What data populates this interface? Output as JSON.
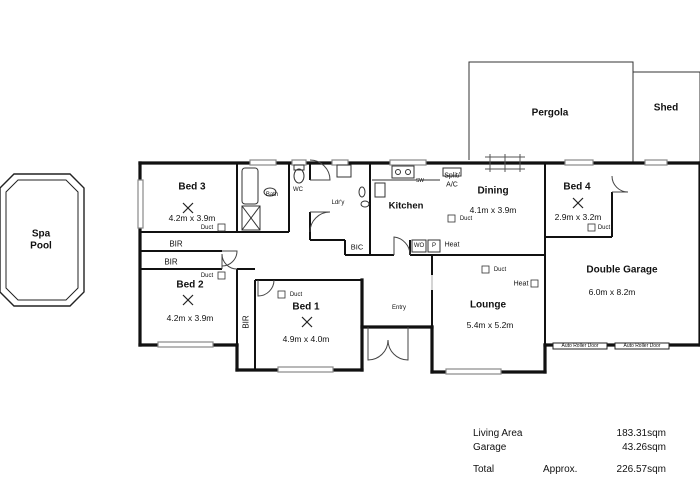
{
  "rooms": {
    "spa": {
      "line1": "Spa",
      "line2": "Pool"
    },
    "pergola": "Pergola",
    "shed": "Shed",
    "bed3": {
      "name": "Bed 3",
      "dims": "4.2m x 3.9m"
    },
    "bed2": {
      "name": "Bed 2",
      "dims": "4.2m x 3.9m"
    },
    "bed1": {
      "name": "Bed 1",
      "dims": "4.9m x 4.0m"
    },
    "bed4": {
      "name": "Bed 4",
      "dims": "2.9m x 3.2m"
    },
    "dining": {
      "name": "Dining",
      "dims": "4.1m x 3.9m"
    },
    "lounge": {
      "name": "Lounge",
      "dims": "5.4m x 5.2m"
    },
    "garage": {
      "name": "Double Garage",
      "dims": "6.0m x 8.2m"
    },
    "kitchen": "Kitchen",
    "laundry": "Ldr'y",
    "bath": "Bath",
    "wc": "WC",
    "entry": "Entry",
    "bic": "BIC",
    "bir1": "BIR",
    "bir2": "BIR",
    "bir3": "BIR"
  },
  "fixtures": {
    "duct": "Duct",
    "heat": "Heat",
    "split_ac": {
      "line1": "Split/",
      "line2": "A/C"
    },
    "wo": "WO",
    "p": "P",
    "sw": "SW",
    "roller_door_left": "Auto Roller Door",
    "roller_door_right": "Auto Roller Door"
  },
  "areas": {
    "living_label": "Living Area",
    "living_value": "183.31sqm",
    "garage_label": "Garage",
    "garage_value": "43.26sqm",
    "total_label": "Total",
    "approx_label": "Approx.",
    "total_value": "226.57sqm"
  }
}
